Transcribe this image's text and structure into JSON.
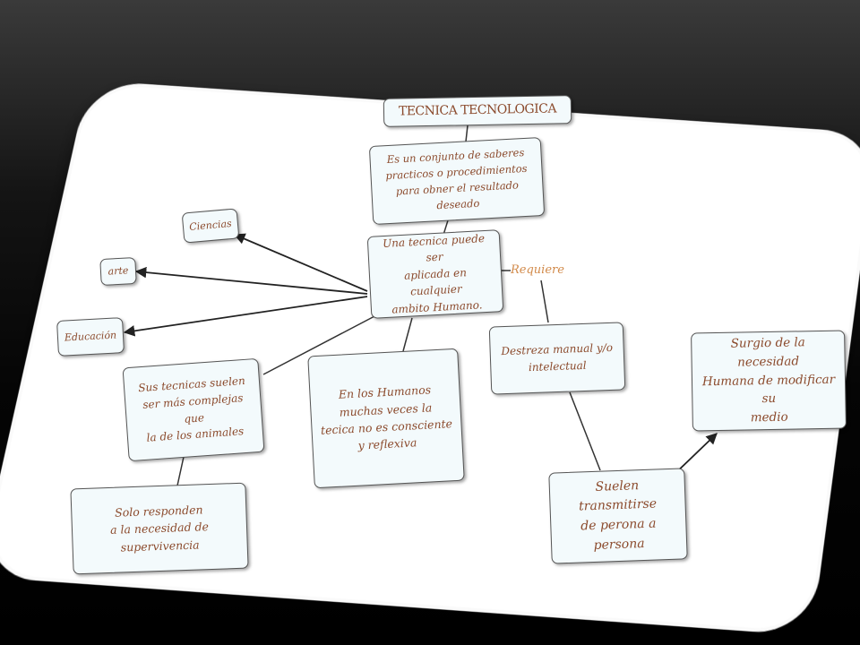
{
  "diagram": {
    "title": "TECNICA TECNOLOGICA",
    "nodes": {
      "definition": "Es un conjunto de saberes\npracticos o procedimientos\npara obner el resultado deseado",
      "application": "Una tecnica puede ser\naplicada en cualquier\nambito Humano.",
      "ciencias": "Ciencias",
      "arte": "arte",
      "educacion": "Educación",
      "animals": "Sus tecnicas suelen\nser más complejas que\nla de los animales",
      "humans": "En los Humanos\nmuchas veces la\ntecica no es consciente\ny reflexiva",
      "skill": "Destreza manual y/o\nintelectual",
      "origin": "Surgio de la necesidad\nHumana de modificar su\nmedio",
      "survival": "Solo responden\na la necesidad de supervivencia",
      "transmit": "Suelen transmitirse\nde perona a persona"
    },
    "link_labels": {
      "requires": "Requiere"
    }
  },
  "colors": {
    "node_fill": "#f3fafc",
    "node_text": "#8b4a2c",
    "link_label": "#d28a4a",
    "edge": "#333333"
  }
}
